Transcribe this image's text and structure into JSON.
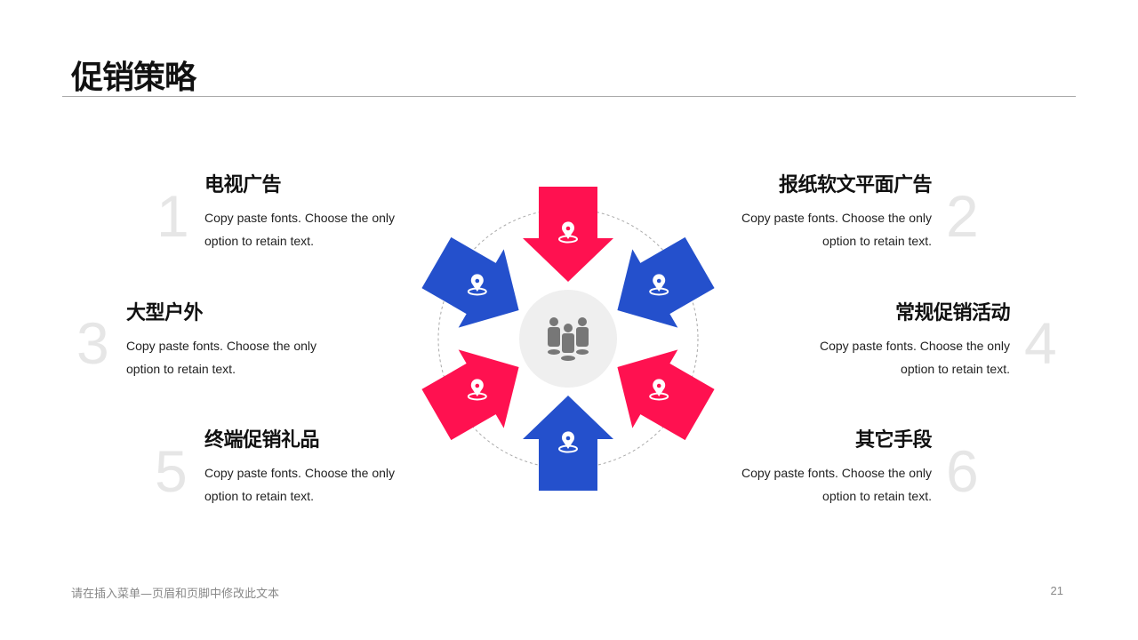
{
  "title": "促销策略",
  "colors": {
    "red": "#ff1150",
    "blue": "#2450cc",
    "center": "#efefef"
  },
  "items": [
    {
      "num": "1",
      "title": "电视广告",
      "text": "Copy paste fonts. Choose the only option to retain text."
    },
    {
      "num": "2",
      "title": "报纸软文平面广告",
      "text": "Copy paste fonts. Choose the only option to retain text."
    },
    {
      "num": "3",
      "title": "大型户外",
      "text": "Copy paste fonts. Choose the only option to retain text."
    },
    {
      "num": "4",
      "title": "常规促销活动",
      "text": "Copy paste fonts. Choose the only option to retain text."
    },
    {
      "num": "5",
      "title": "终端促销礼品",
      "text": "Copy paste fonts. Choose the only option to retain text."
    },
    {
      "num": "6",
      "title": "其它手段",
      "text": "Copy paste fonts. Choose the only option to retain text."
    }
  ],
  "footer": "请在插入菜单—页眉和页脚中修改此文本",
  "page_number": "21"
}
